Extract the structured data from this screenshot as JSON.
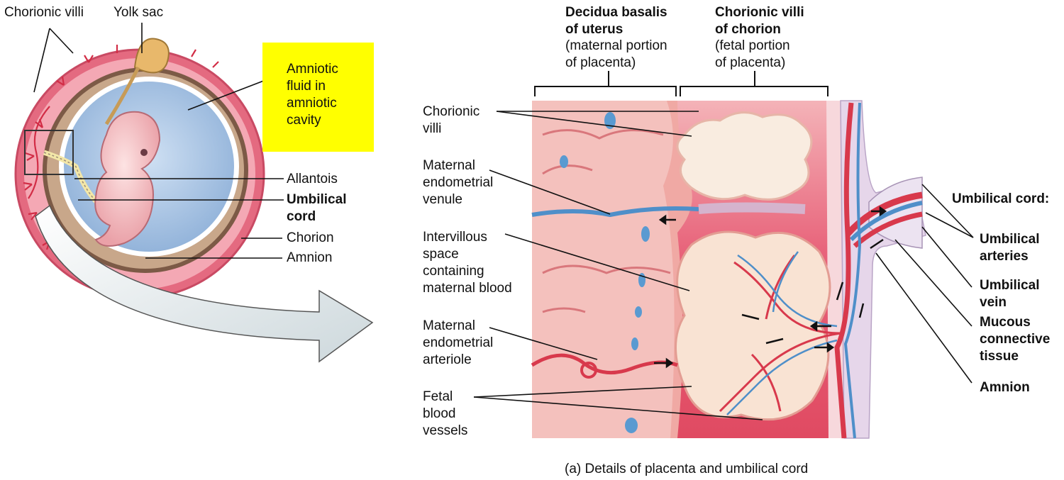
{
  "labels": {
    "chorionic_villi_left": "Chorionic villi",
    "yolk_sac": "Yolk sac",
    "amniotic_fluid": "Amniotic\nfluid in\namniotic\ncavity",
    "allantois": "Allantois",
    "umbilical_cord_left": "Umbilical\ncord",
    "chorion": "Chorion",
    "amnion_left": "Amnion",
    "decidua_title": "Decidua basalis\nof uterus",
    "decidua_sub": "(maternal portion\nof placenta)",
    "villi_title": "Chorionic villi\nof chorion",
    "villi_sub": "(fetal portion\nof placenta)",
    "chorionic_villi_mid": "Chorionic\nvilli",
    "maternal_venule": "Maternal\nendometrial\nvenule",
    "intervillous": "Intervillous\nspace\ncontaining\nmaternal blood",
    "maternal_arteriole": "Maternal\nendometrial\narteriole",
    "fetal_vessels": "Fetal\nblood\nvessels",
    "umbilical_cord_right": "Umbilical cord:",
    "umbilical_arteries": "Umbilical\narteries",
    "umbilical_vein": "Umbilical\nvein",
    "mucous_tissue": "Mucous\nconnective\ntissue",
    "amnion_right": "Amnion",
    "caption": "(a) Details of placenta and umbilical cord"
  },
  "colors": {
    "highlight": "#ffff00",
    "maternal_tissue": "#f3b9b6",
    "fetal_tissue": "#e34d62",
    "villi": "#f7e4cf",
    "vein_blue": "#4f8fc9",
    "artery_red": "#d8394c",
    "amniotic_blue": "#9fbddf",
    "chorion_brown": "#8a6a55"
  }
}
